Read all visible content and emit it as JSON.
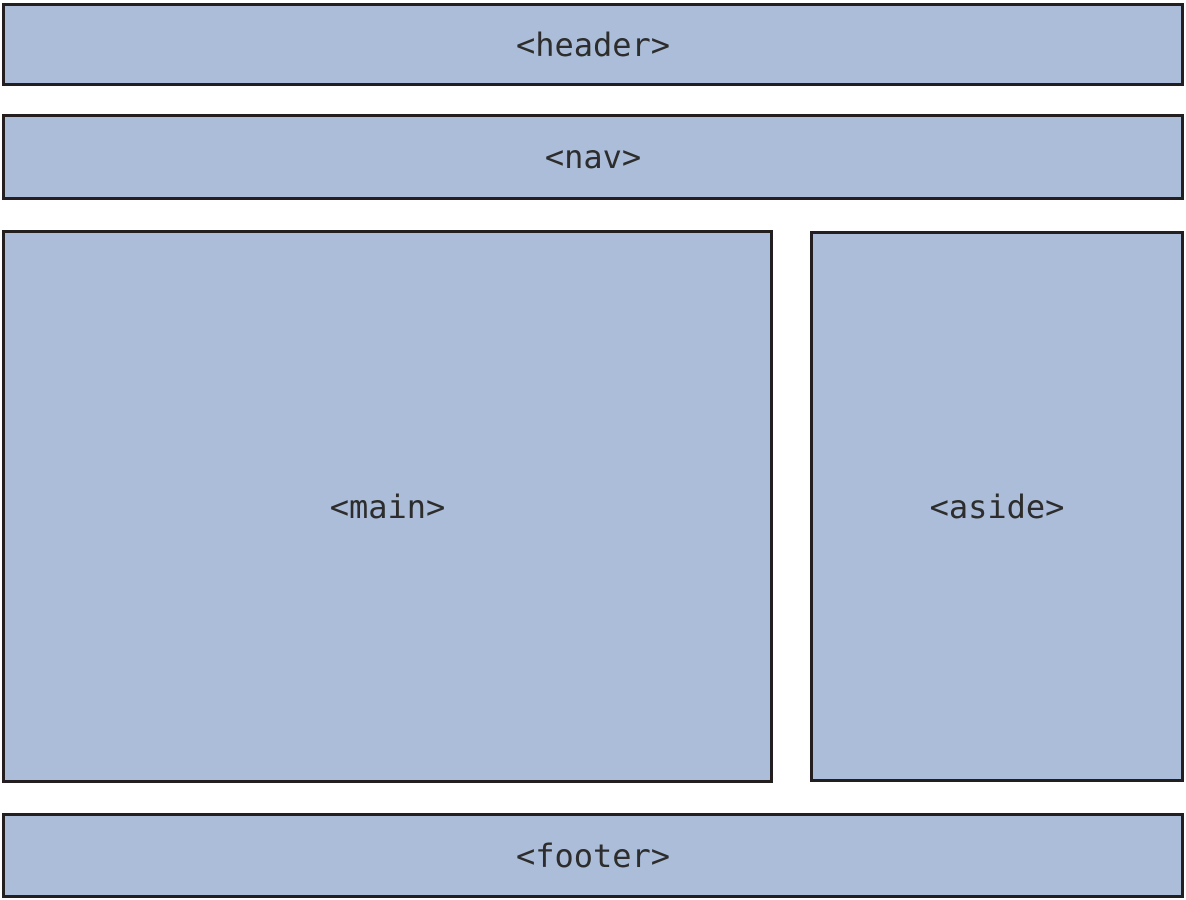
{
  "diagram": {
    "boxes": [
      {
        "id": "header",
        "label": "<header>"
      },
      {
        "id": "nav",
        "label": "<nav>"
      },
      {
        "id": "main",
        "label": "<main>"
      },
      {
        "id": "aside",
        "label": "<aside>"
      },
      {
        "id": "footer",
        "label": "<footer>"
      }
    ],
    "colors": {
      "box_fill": "#abbdd8",
      "box_border": "#231f20",
      "label_text": "#2d2d2d",
      "background": "#ffffff"
    }
  }
}
